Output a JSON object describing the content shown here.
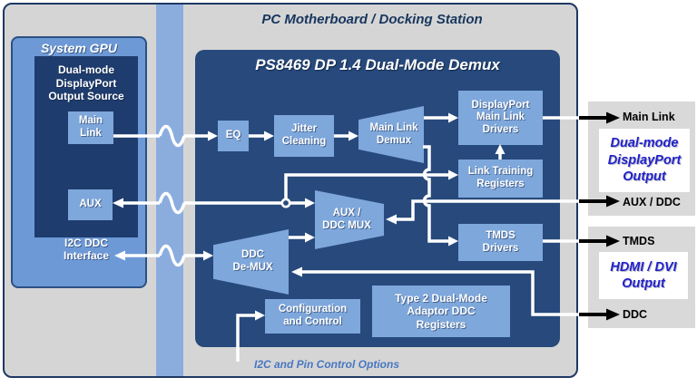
{
  "colors": {
    "page_bg": "#ffffff",
    "outer_bg": "#d5d5d5",
    "outer_border": "#1f3864",
    "stripe": "#8badde",
    "gpu_bg": "#6d99d6",
    "gpu_border": "#2c5183",
    "inner_navy": "#1e3c6d",
    "demux_bg": "#27497c",
    "block_bg": "#7ea7db",
    "panel_bg": "#d9d9d9",
    "white_box": "#ffffff",
    "title_navy": "#17365d",
    "caption_blue": "#2121cc",
    "note_blue": "#4877c0",
    "wire": "#ffffff",
    "arrow": "#000000"
  },
  "motherboard": {
    "title": "PC Motherboard / Docking Station"
  },
  "gpu": {
    "title": "System GPU",
    "source": "Dual-mode\nDisplayPort\nOutput Source",
    "main_link": "Main\nLink",
    "aux": "AUX",
    "i2c": "I2C DDC\nInterface"
  },
  "demux": {
    "title": "PS8469 DP 1.4 Dual-Mode Demux",
    "eq": "EQ",
    "jitter": "Jitter\nCleaning",
    "main_link_demux": "Main Link\nDemux",
    "dp_drivers": "DisplayPort\nMain Link\nDrivers",
    "link_training": "Link Training\nRegisters",
    "aux_ddc_mux": "AUX /\nDDC MUX",
    "tmds_drivers": "TMDS\nDrivers",
    "ddc_demux": "DDC\nDe-MUX",
    "config": "Configuration\nand Control",
    "type2": "Type 2 Dual-Mode\nAdaptor DDC\nRegisters",
    "note": "I2C and Pin Control Options"
  },
  "outputs": {
    "dp": {
      "main_link": "Main Link",
      "caption": "Dual-mode\nDisplayPort\nOutput",
      "aux_ddc": "AUX / DDC"
    },
    "hdmi": {
      "tmds": "TMDS",
      "caption": "HDMI / DVI\nOutput",
      "ddc": "DDC"
    }
  }
}
